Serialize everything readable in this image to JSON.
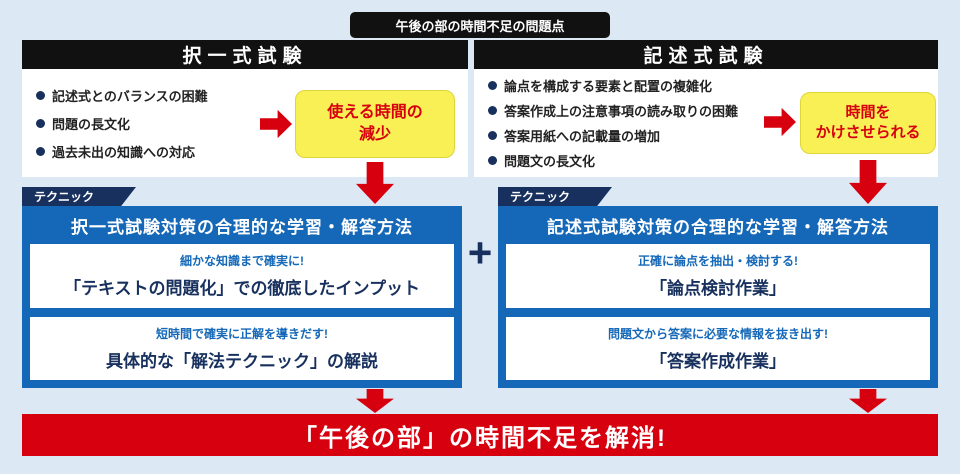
{
  "banner": {
    "label": "午後の部の時間不足の問題点"
  },
  "left": {
    "header": "択一式試験",
    "bullets": [
      "記述式とのバランスの困難",
      "問題の長文化",
      "過去未出の知識への対応"
    ],
    "highlight": {
      "line1": "使える時間の",
      "line2": "減少"
    },
    "technique": "テクニック",
    "panel_title": "択一式試験対策の合理的な学習・解答方法",
    "items": [
      {
        "lead": "細かな知識まで確実に!",
        "title": "「テキストの問題化」での徹底したインプット"
      },
      {
        "lead": "短時間で確実に正解を導きだす!",
        "title": "具体的な「解法テクニック」の解説"
      }
    ]
  },
  "right": {
    "header": "記述式試験",
    "bullets": [
      "論点を構成する要素と配置の複雑化",
      "答案作成上の注意事項の読み取りの困難",
      "答案用紙への記載量の増加",
      "問題文の長文化"
    ],
    "highlight": {
      "line1": "時間を",
      "line2": "かけさせられる"
    },
    "technique": "テクニック",
    "panel_title": "記述式試験対策の合理的な学習・解答方法",
    "items": [
      {
        "lead": "正確に論点を抽出・検討する!",
        "title": "「論点検討作業」"
      },
      {
        "lead": "問題文から答案に必要な情報を抜き出す!",
        "title": "「答案作成作業」"
      }
    ]
  },
  "plus": "+",
  "footer": {
    "label": "「午後の部」の時間不足を解消!"
  },
  "colors": {
    "background": "#dce8f4",
    "black_bar": "#111111",
    "accent_red": "#d7000f",
    "panel_blue": "#1568b8",
    "navy": "#17305d",
    "highlight_yellow": "#f8f054"
  }
}
